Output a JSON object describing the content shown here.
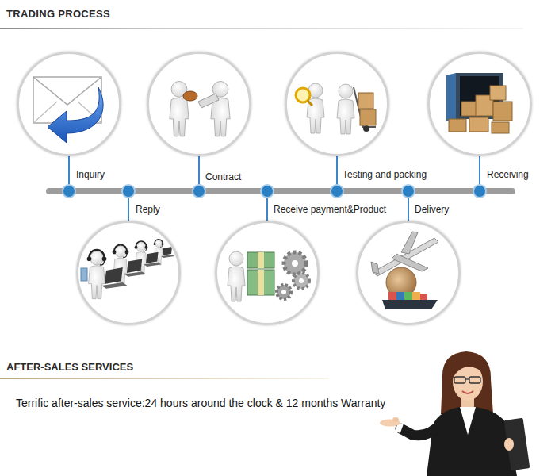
{
  "diagram": {
    "title": "TRADING PROCESS",
    "nodes": [
      {
        "text": [
          "Inquiry"
        ]
      },
      {
        "text": [
          "Reply"
        ]
      },
      {
        "text": [
          "Contract"
        ]
      },
      {
        "text": [
          "Receive payment&Product"
        ]
      },
      {
        "text": [
          "Testing and packing"
        ]
      },
      {
        "text": [
          "Delivery"
        ]
      },
      {
        "text": [
          "Receiving"
        ]
      }
    ],
    "edges": [
      {
        "from": 0,
        "to": 1,
        "arrow": "none"
      },
      {
        "from": 1,
        "to": 2,
        "arrow": "none"
      },
      {
        "from": 2,
        "to": 3,
        "arrow": "none"
      },
      {
        "from": 3,
        "to": 4,
        "arrow": "none"
      },
      {
        "from": 4,
        "to": 5,
        "arrow": "none"
      },
      {
        "from": 5,
        "to": 6,
        "arrow": "none"
      }
    ],
    "labels": [
      "AFTER-SALES SERVICES",
      "Terrific after-sales service:24 hours around the clock & 12 months Warranty"
    ]
  }
}
